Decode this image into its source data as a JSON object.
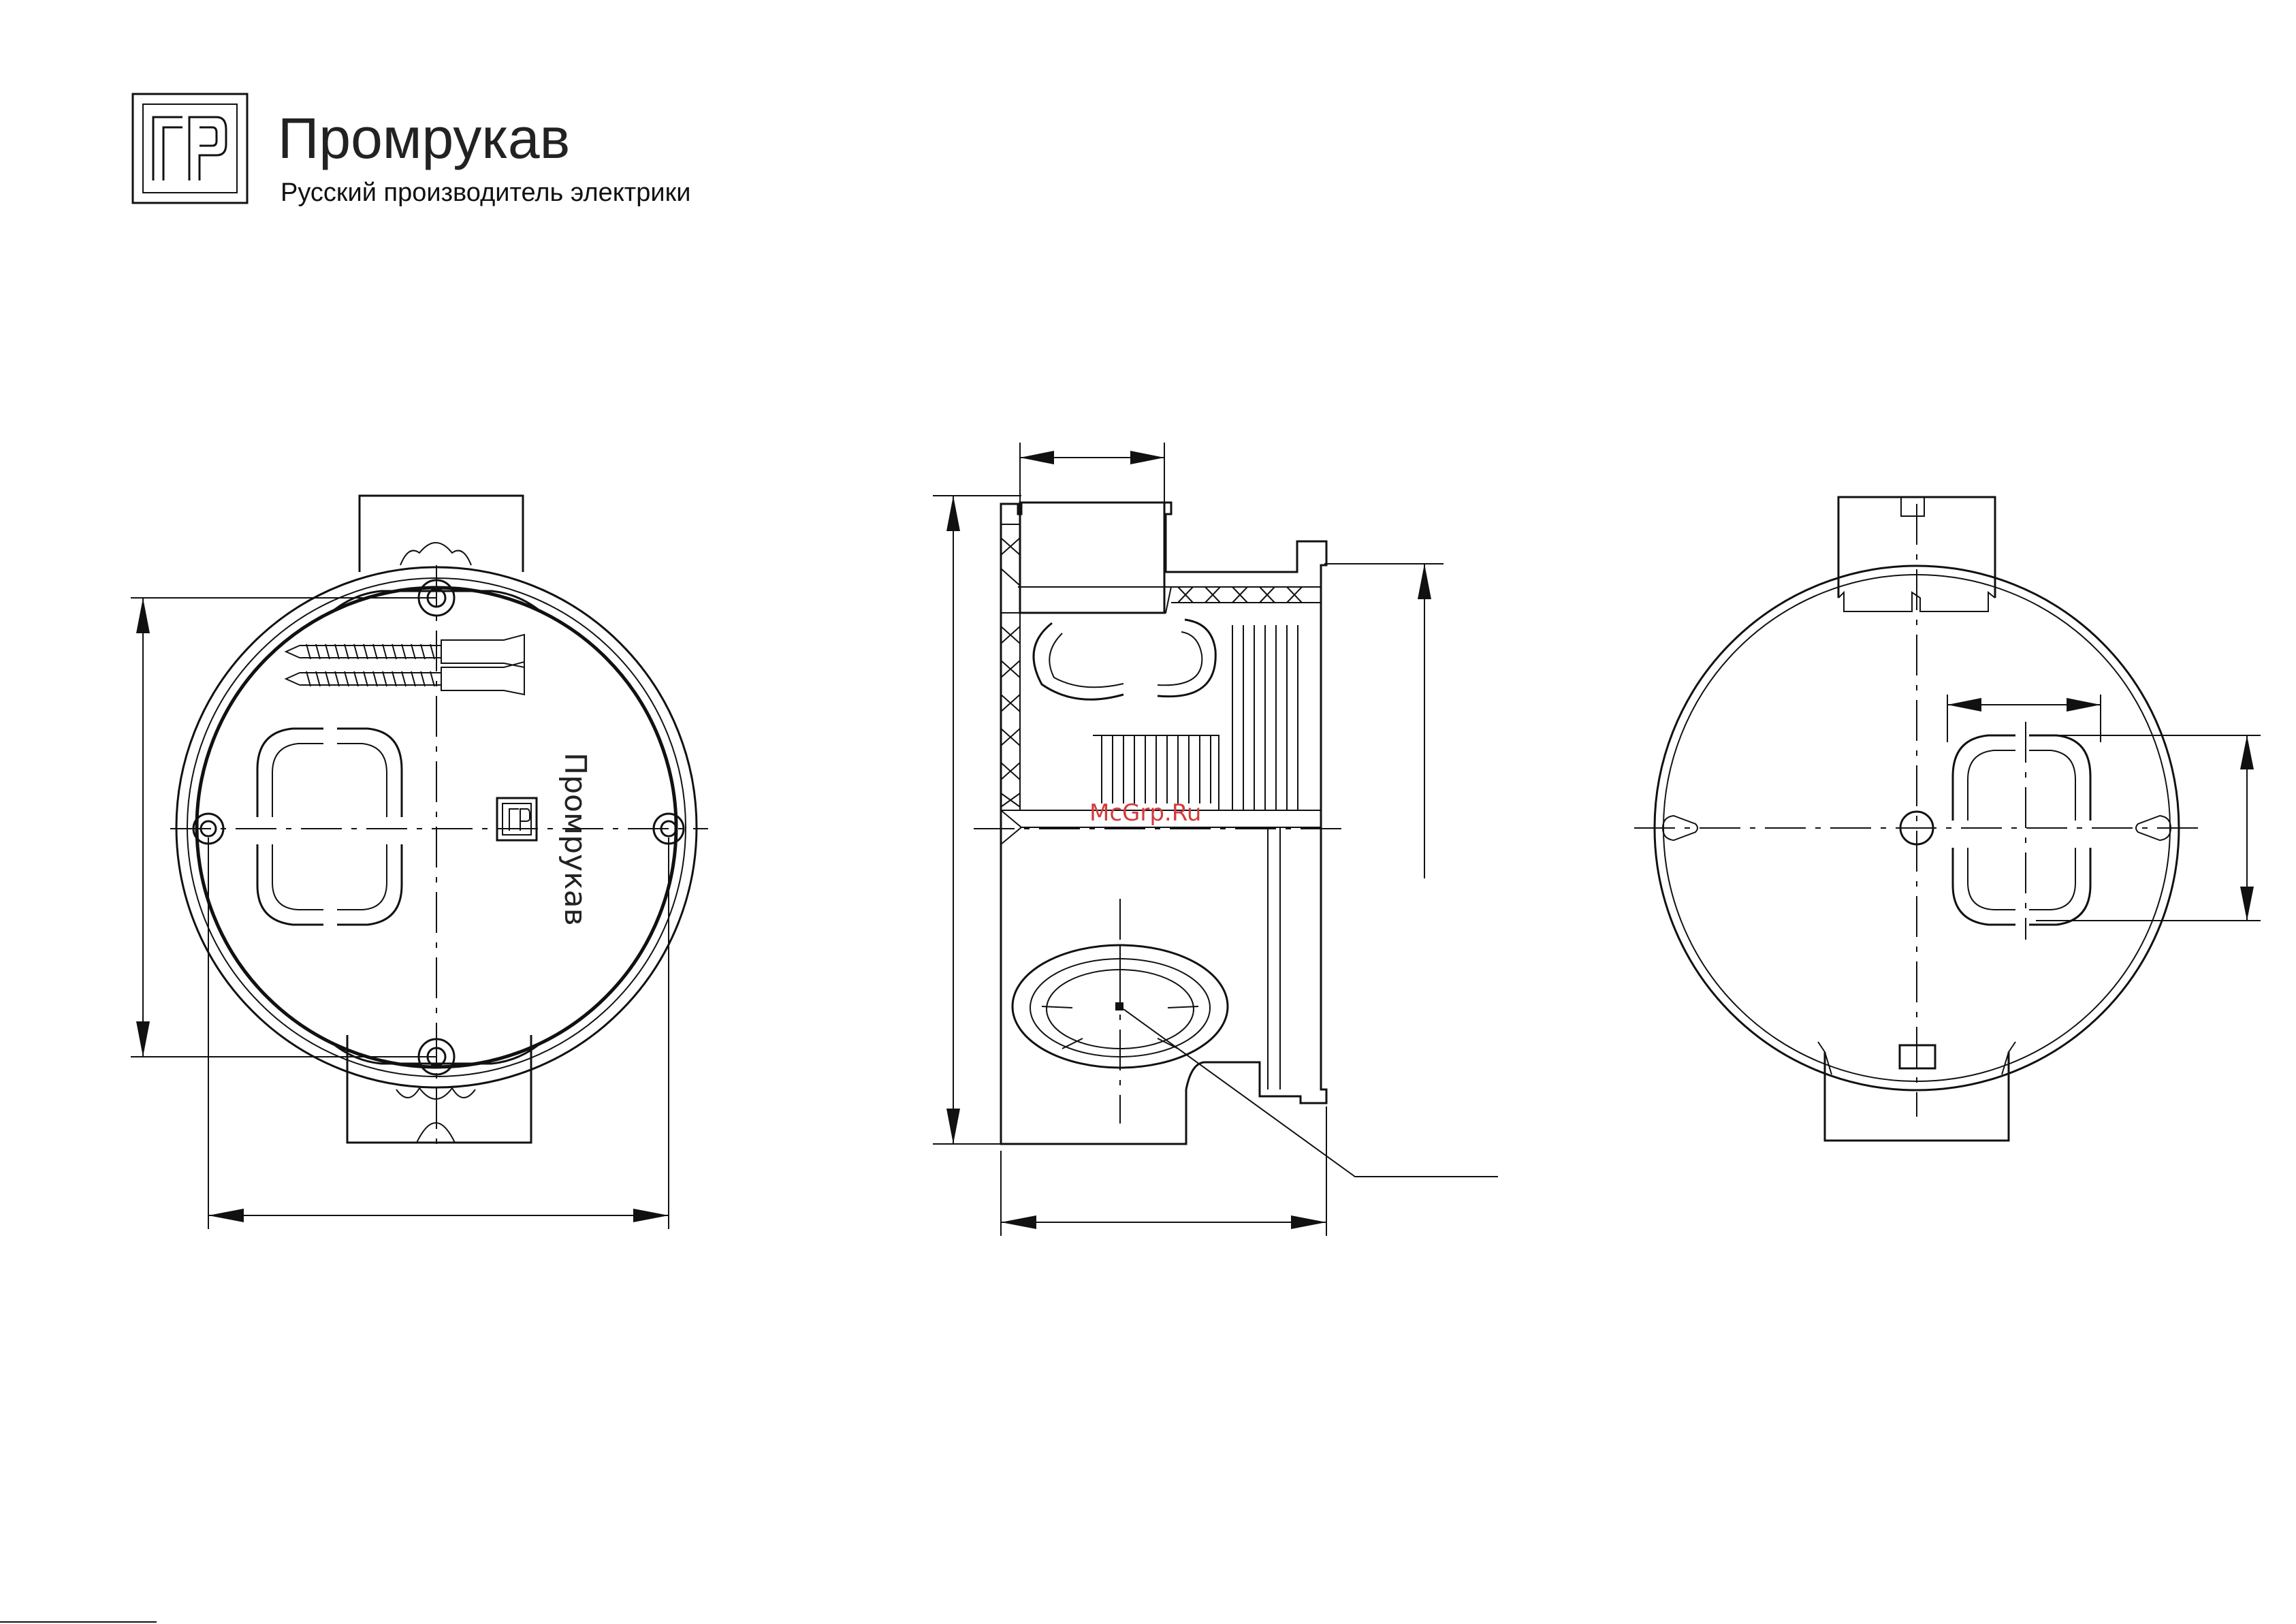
{
  "header": {
    "logo_letters": "ГР",
    "brand_name": "Промрукав",
    "tagline": "Русский производитель электрики"
  },
  "front_view": {
    "box_label": "Промрукав",
    "box_logo_letters": "ГР"
  },
  "side_view": {
    "watermark": "McGrp.Ru"
  },
  "colors": {
    "line": "#111111",
    "watermark": "#d23b3b",
    "background": "#ffffff"
  }
}
